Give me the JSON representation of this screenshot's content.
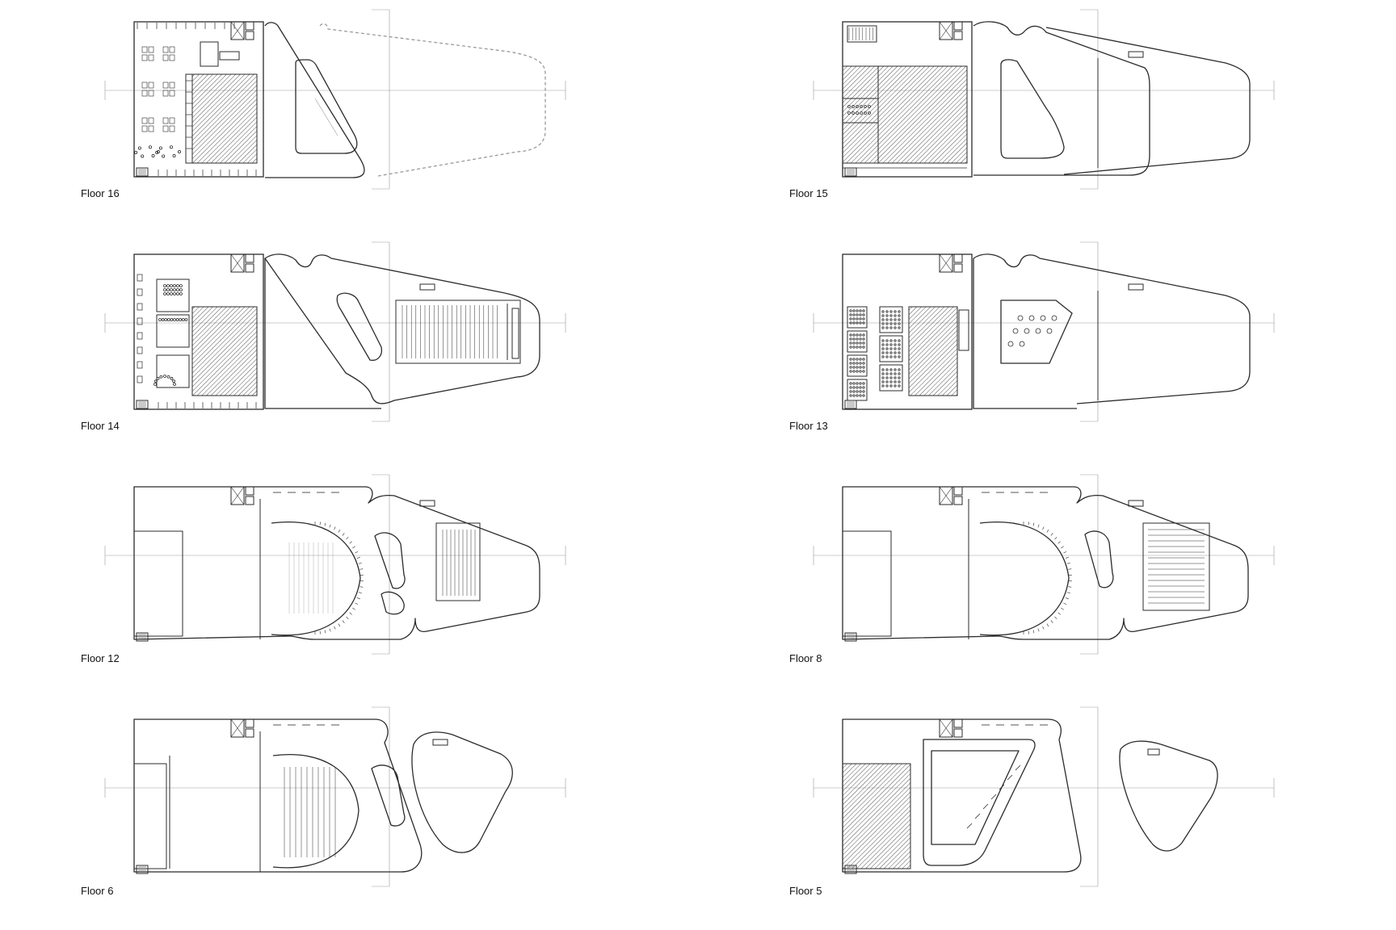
{
  "colors": {
    "background": "#ffffff",
    "wall": "#2b2b2b",
    "hatch": "#555555",
    "light_line": "#9a9a9a",
    "label": "#111111"
  },
  "floors": [
    {
      "label": "Floor 16",
      "variant": "office_cellular"
    },
    {
      "label": "Floor 15",
      "variant": "upper_roof"
    },
    {
      "label": "Floor 14",
      "variant": "meeting_auditorium"
    },
    {
      "label": "Floor 13",
      "variant": "library_lounge"
    },
    {
      "label": "Floor 12",
      "variant": "theatre_upper"
    },
    {
      "label": "Floor 8",
      "variant": "theatre_mid"
    },
    {
      "label": "Floor 6",
      "variant": "theatre_stalls"
    },
    {
      "label": "Floor 5",
      "variant": "base_ramp"
    }
  ]
}
